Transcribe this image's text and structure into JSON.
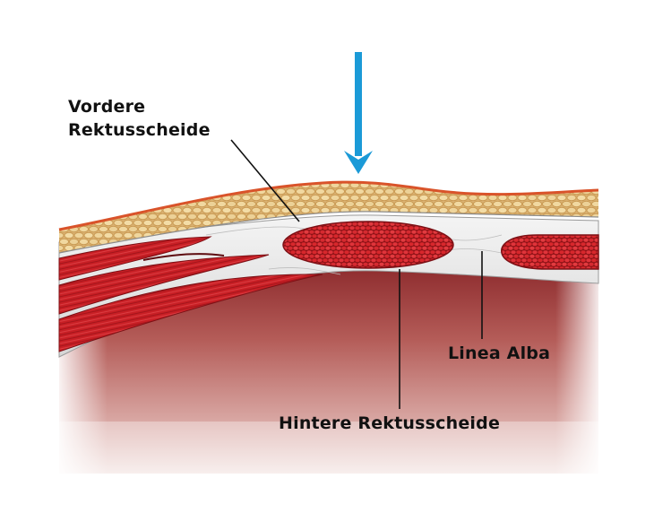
{
  "labels": {
    "vordere_line1": "Vordere",
    "vordere_line2": "Rektusscheide",
    "linea_alba": "Linea Alba",
    "hintere": "Hintere Rektusscheide"
  },
  "colors": {
    "arrow": "#1b9ad7",
    "fat": "#e8c88a",
    "muscle": "#c41f24",
    "fascia": "#e6e6e6",
    "cavity": "#a84a48",
    "skin_edge": "#d9532a"
  },
  "icons": {
    "arrow": "arrow-down-icon"
  }
}
